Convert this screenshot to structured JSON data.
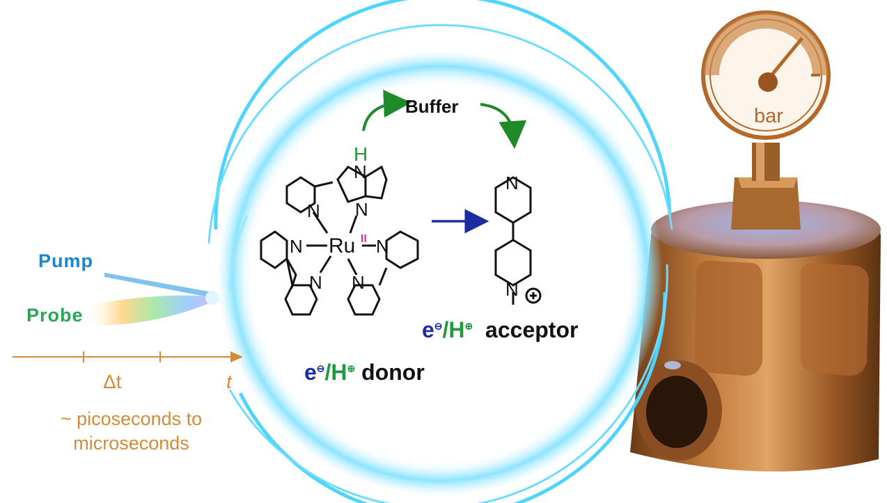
{
  "labels": {
    "pump": "Pump",
    "probe": "Probe",
    "delta_t": "Δt",
    "t": "t",
    "timescale": "~ picoseconds to microseconds",
    "buffer": "Buffer",
    "donor": "donor",
    "acceptor": "acceptor",
    "electron": "e",
    "slash_h": "/H",
    "gauge": "bar"
  },
  "atoms": {
    "ru": "Ru",
    "ru_oxidation": "II",
    "h": "H",
    "n": "N"
  },
  "colors": {
    "pump": "#1a86d0",
    "probe": "#2aa65a",
    "timeline": "#d58a3a",
    "ring": "#4fd3ff",
    "electron": "#1d2fa0",
    "proton": "#1f9a3e",
    "oxidation_state": "#e0349b",
    "arrow_buffer": "#1e8a28",
    "arrow_transfer": "#1d2fa0",
    "copper": "#b4682a"
  },
  "icons": {
    "pressure_cell": "pressure-cell-icon",
    "gauge": "pressure-gauge-icon",
    "laser": "laser-beam-icon"
  }
}
